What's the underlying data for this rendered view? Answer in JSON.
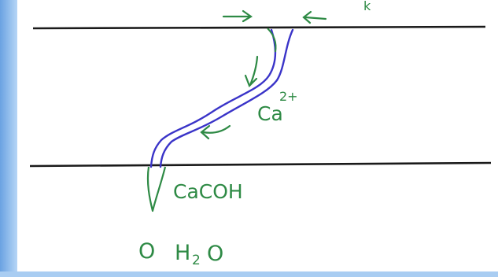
{
  "labels": {
    "ion": "Ca",
    "ion_charge": "2+",
    "deposit": "CaCOH",
    "water_prefix": "O",
    "water": "H",
    "water_sub": "2",
    "water_suffix": "O",
    "clipped_top_mark": "k"
  },
  "colors": {
    "background": "#ffffff",
    "left_border": "#7fb0e8",
    "boundary_lines": "#1a1a1a",
    "crack": "#3a34c8",
    "annotation": "#2e8a45"
  }
}
